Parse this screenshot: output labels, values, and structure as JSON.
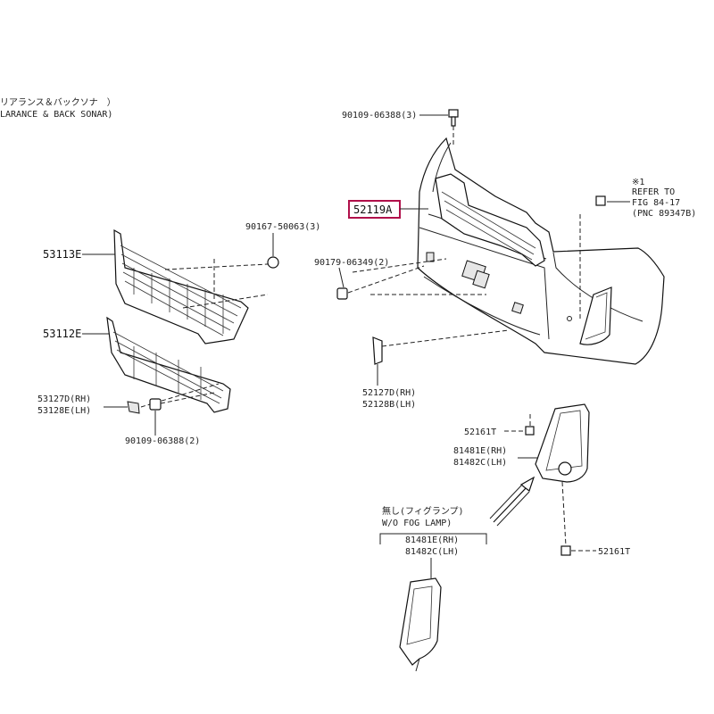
{
  "highlight_color": "#b0104a",
  "labels": {
    "sonar_note_jp": "リアランス＆バックソナ　）",
    "sonar_note_en": "LARANCE & BACK SONAR)",
    "bolt_top": "90109-06388(3)",
    "grille_upper": "53113E",
    "screw_upper": "90167-50063(3)",
    "clip_mid": "90179-06349(2)",
    "grille_lower": "53112E",
    "bracket_rh": "53127D(RH)",
    "bracket_lh": "53128E(LH)",
    "bolt_bottom": "90109-06388(2)",
    "highlighted_part": "52119A",
    "refer_mark": "※1",
    "refer_line1": "REFER TO",
    "refer_line2": "FIG 84-17",
    "refer_line3": "(PNC 89347B)",
    "bracket2_rh": "52127D(RH)",
    "bracket2_lh": "52128B(LH)",
    "clip_upper_right": "52161T",
    "cover_rh": "81481E(RH)",
    "cover_lh": "81482C(LH)",
    "clip_lower_right": "52161T",
    "fog_note_jp": "無し(フィグランプ)",
    "fog_note_en": "W/O FOG LAMP)",
    "cover2_rh": "81481E(RH)",
    "cover2_lh": "81482C(LH)"
  }
}
